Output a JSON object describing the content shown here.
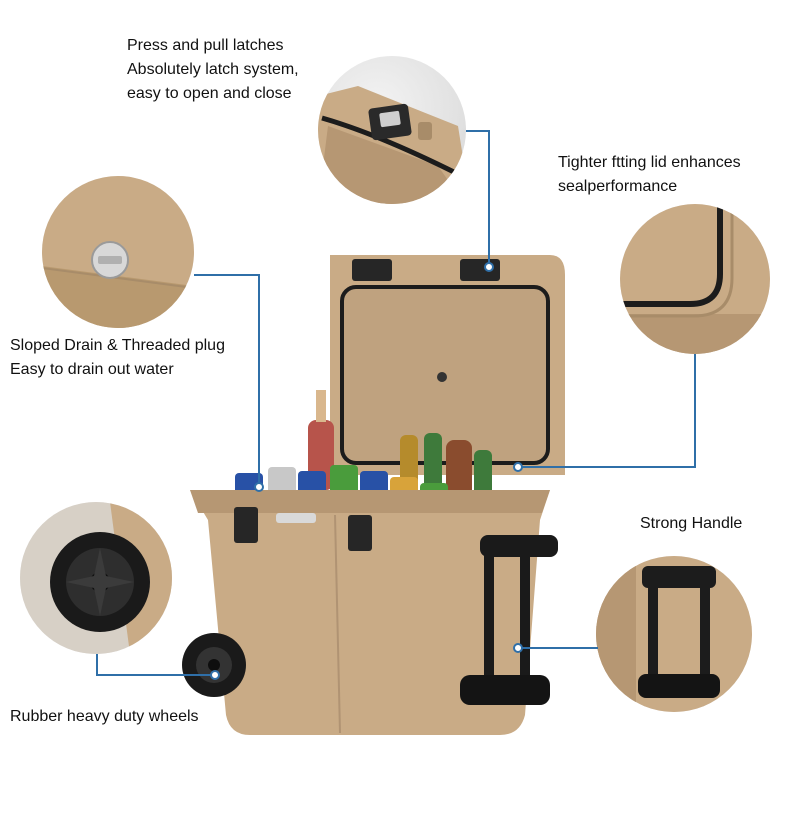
{
  "callouts": {
    "latches": {
      "line1": "Press and pull latches",
      "line2": "Absolutely latch system,",
      "line3": "easy to open and close"
    },
    "seal": {
      "line1": "Tighter ftting lid enhances",
      "line2": "sealperformance"
    },
    "drain": {
      "line1": "Sloped Drain & Threaded plug",
      "line2": "Easy to drain out water"
    },
    "handle": {
      "line1": "Strong Handle"
    },
    "wheels": {
      "line1": "Rubber heavy duty wheels"
    }
  },
  "colors": {
    "cooler_tan": "#c9ab86",
    "cooler_shadow": "#a88c69",
    "gasket": "#1c1c1c",
    "connector": "#2f6fa8",
    "background": "#ffffff"
  },
  "icons": {
    "latch": "latch-icon",
    "drain_plug": "drain-plug-icon",
    "wheel": "wheel-icon",
    "handle": "handle-icon",
    "lid_seal": "seal-icon"
  }
}
